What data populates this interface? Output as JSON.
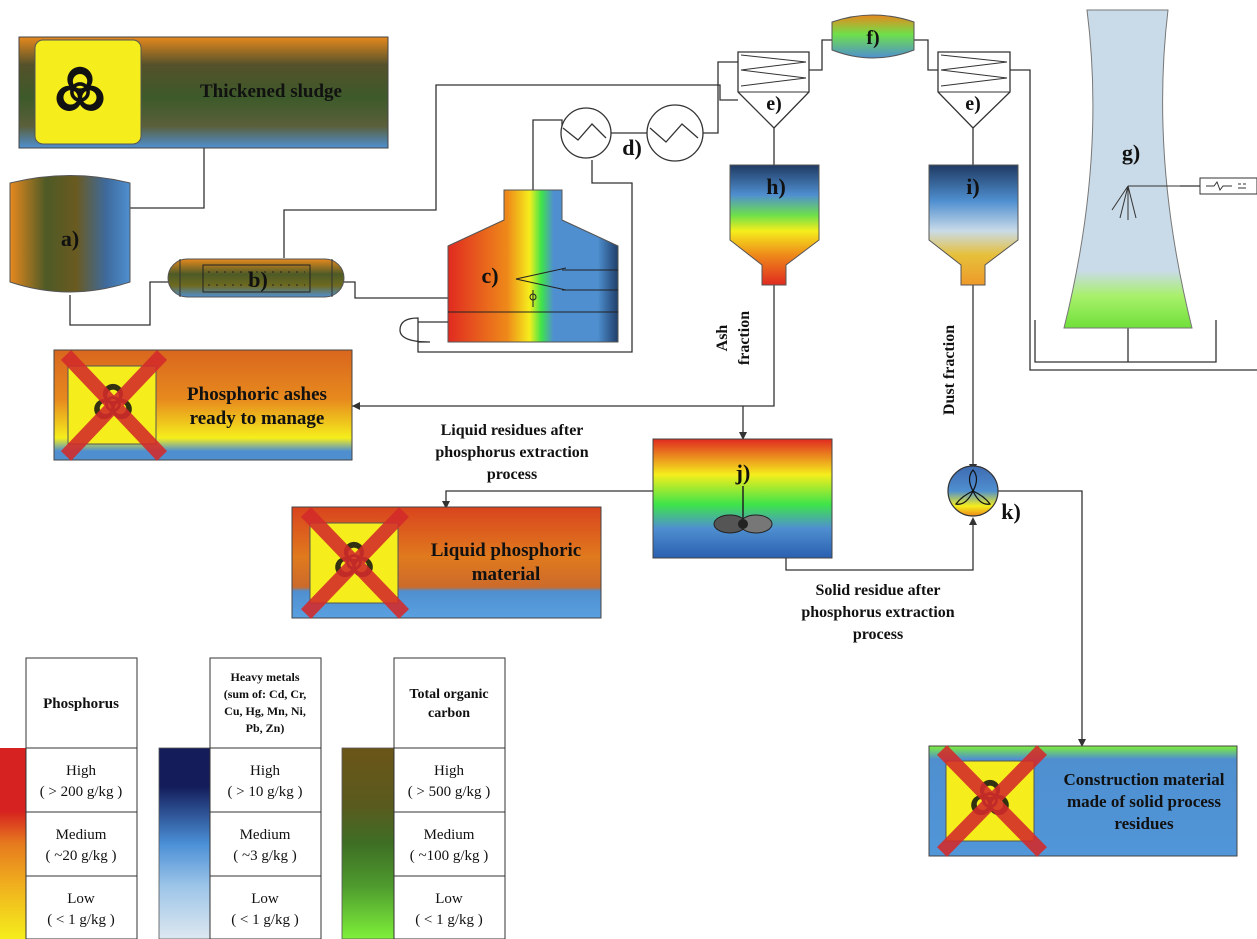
{
  "labels": {
    "a": "a)",
    "b": "b)",
    "c": "c)",
    "d": "d)",
    "e1": "e)",
    "e2": "e)",
    "f": "f)",
    "g": "g)",
    "h": "h)",
    "i": "i)",
    "j": "j)",
    "k": "k)"
  },
  "boxes": {
    "sludge": "Thickened sludge",
    "ashes_l1": "Phosphoric ashes",
    "ashes_l2": "ready to manage",
    "liquid_l1": "Liquid phosphoric",
    "liquid_l2": "material",
    "construction_l1": "Construction material",
    "construction_l2": "made of solid process",
    "construction_l3": "residues"
  },
  "flows": {
    "ash_l1": "Ash",
    "ash_l2": "fraction",
    "dust": "Dust fraction",
    "liquid_res_l1": "Liquid residues after",
    "liquid_res_l2": "phosphorus extraction",
    "liquid_res_l3": "process",
    "solid_res_l1": "Solid residue after",
    "solid_res_l2": "phosphorus extraction",
    "solid_res_l3": "process"
  },
  "legend": {
    "phosphorus": {
      "header": "Phosphorus",
      "levels": [
        {
          "name": "High",
          "value": "( > 200 g/kg )"
        },
        {
          "name": "Medium",
          "value": "( ~20 g/kg )"
        },
        {
          "name": "Low",
          "value": "( < 1 g/kg )"
        }
      ],
      "colors": [
        "#d62220",
        "#e67a1e",
        "#f5ee1c"
      ]
    },
    "metals": {
      "header_l1": "Heavy metals",
      "header_l2": "(sum of: Cd, Cr,",
      "header_l3": "Cu, Hg, Mn, Ni,",
      "header_l4": "Pb, Zn)",
      "levels": [
        {
          "name": "High",
          "value": "( > 10 g/kg )"
        },
        {
          "name": "Medium",
          "value": "( ~3 g/kg )"
        },
        {
          "name": "Low",
          "value": "( < 1 g/kg )"
        }
      ],
      "colors": [
        "#141c5a",
        "#4a8fd6",
        "#dde8f0"
      ]
    },
    "toc": {
      "header_l1": "Total organic",
      "header_l2": "carbon",
      "levels": [
        {
          "name": "High",
          "value": "( > 500 g/kg )"
        },
        {
          "name": "Medium",
          "value": "( ~100 g/kg )"
        },
        {
          "name": "Low",
          "value": "( < 1 g/kg )"
        }
      ],
      "colors": [
        "#6b5518",
        "#3e6e24",
        "#7ef03a"
      ]
    }
  },
  "colors": {
    "biohazard_bg": "#f5ee1c",
    "cross": "#d42a2a",
    "tower": "#c9dbe8",
    "tower_base": "#8ff04a"
  }
}
